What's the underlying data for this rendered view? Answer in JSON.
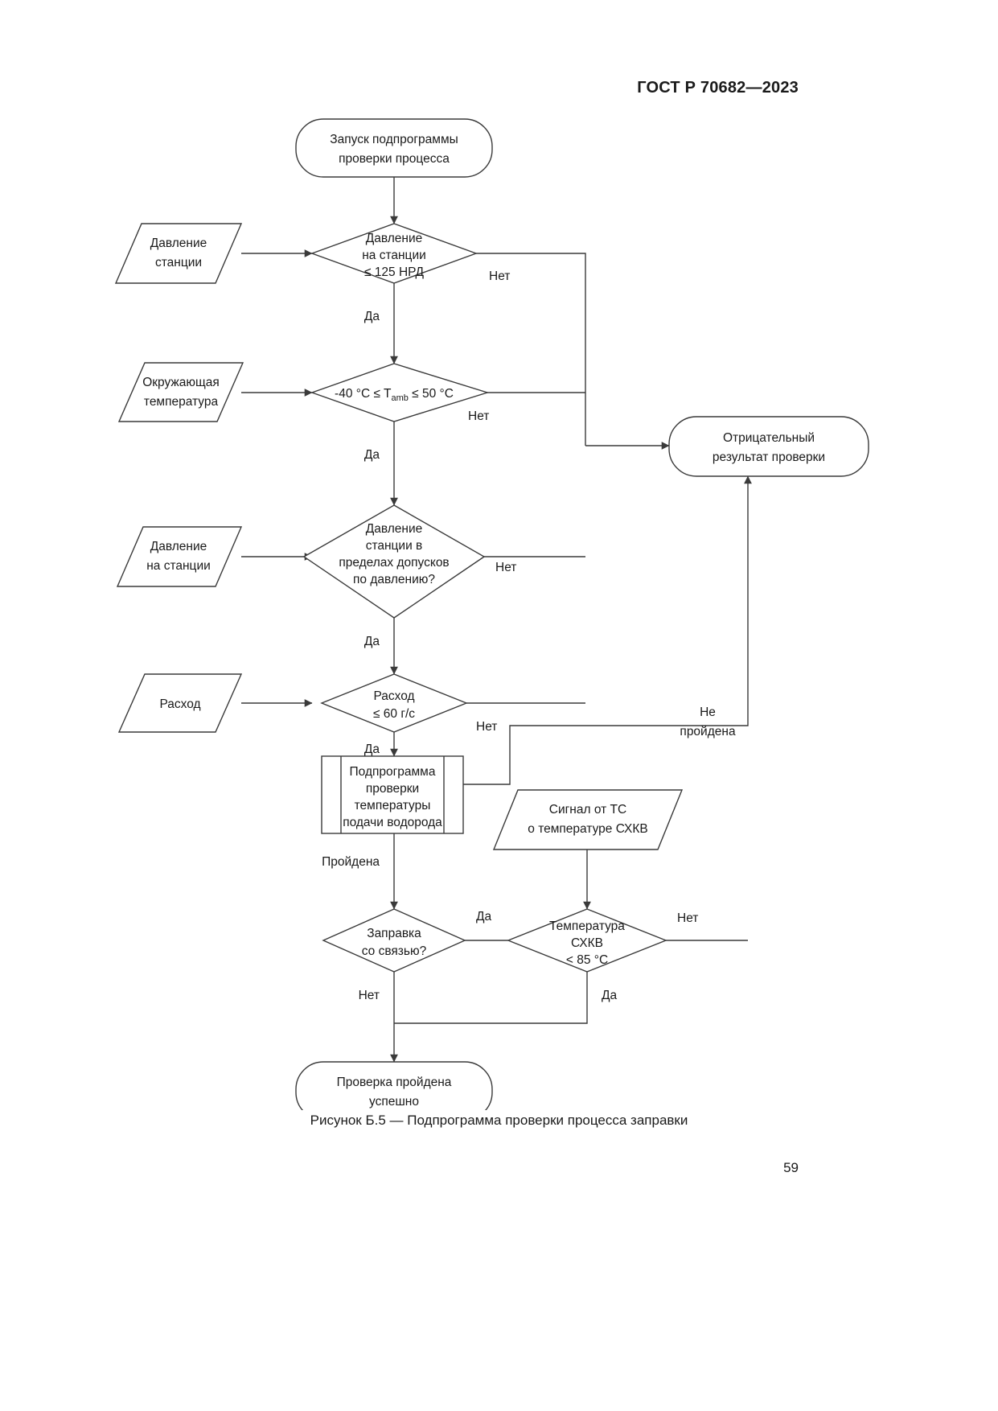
{
  "document": {
    "standard_header": "ГОСТ Р 70682—2023",
    "page_number": "59",
    "figure_caption": "Рисунок Б.5 — Подпрограмма проверки процесса заправки"
  },
  "diagram": {
    "type": "flowchart",
    "title": "Подпрограмма проверки процесса заправки",
    "nodes": {
      "start": {
        "shape": "terminator",
        "line1": "Запуск подпрограммы",
        "line2": "проверки процесса"
      },
      "input_pressure_station": {
        "shape": "data-parallelogram",
        "line1": "Давление",
        "line2": "станции"
      },
      "decision_pressure_limit": {
        "shape": "decision",
        "line1": "Давление",
        "line2": "на станции",
        "line3": "≤ 125 НРД"
      },
      "input_ambient_temp": {
        "shape": "data-parallelogram",
        "line1": "Окружающая",
        "line2": "температура"
      },
      "decision_ambient_temp": {
        "shape": "decision",
        "prefix": "-40 °C ≤ ",
        "variable": "T",
        "subscript": "amb",
        "suffix": " ≤ 50 °C"
      },
      "input_station_pressure": {
        "shape": "data-parallelogram",
        "line1": "Давление",
        "line2": "на станции"
      },
      "decision_pressure_tolerance": {
        "shape": "decision",
        "line1": "Давление",
        "line2": "станции в",
        "line3": "пределах допусков",
        "line4": "по давлению?"
      },
      "input_flow": {
        "shape": "data-parallelogram",
        "line1": "Расход"
      },
      "decision_flow": {
        "shape": "decision",
        "line1": "Расход",
        "line2": "≤ 60 г/с"
      },
      "subprocess_h2_temp": {
        "shape": "predefined-process",
        "line1": "Подпрограмма",
        "line2": "проверки",
        "line3": "температуры",
        "line4": "подачи водорода"
      },
      "input_ts_signal": {
        "shape": "data-parallelogram",
        "line1": "Сигнал от ТС",
        "line2": "о температуре СХКВ"
      },
      "decision_comm_fueling": {
        "shape": "decision",
        "line1": "Заправка",
        "line2": "со связью?"
      },
      "decision_schkv_temp": {
        "shape": "decision",
        "line1": "Температура",
        "line2": "СХКВ",
        "line3": "< 85 °C"
      },
      "end_negative": {
        "shape": "terminator",
        "line1": "Отрицательный",
        "line2": "результат проверки"
      },
      "end_success": {
        "shape": "terminator",
        "line1": "Проверка пройдена",
        "line2": "успешно"
      }
    },
    "edge_labels": {
      "yes": "Да",
      "no": "Нет",
      "passed": "Пройдена",
      "not_passed_line1": "Не",
      "not_passed_line2": "пройдена"
    },
    "colors": {
      "stroke": "#3a3a3a",
      "fill": "#ffffff",
      "text": "#1a1a1a"
    }
  }
}
